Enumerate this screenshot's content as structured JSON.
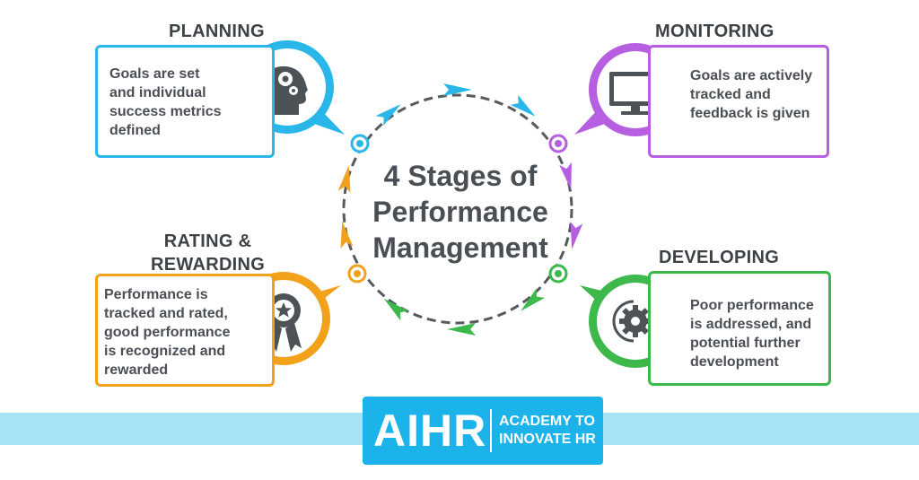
{
  "center": {
    "line1": "4 Stages of",
    "line2": "Performance",
    "line3": "Management"
  },
  "stages": [
    {
      "title": "PLANNING",
      "lines": [
        "Goals are set",
        "and individual",
        "success metrics",
        "defined"
      ],
      "color": "#29b6e8",
      "icon": "head-gears-icon"
    },
    {
      "title": "MONITORING",
      "lines": [
        "Goals are actively",
        "tracked and",
        "feedback is given"
      ],
      "color": "#b65fe0",
      "icon": "monitor-icon"
    },
    {
      "title": "DEVELOPING",
      "lines": [
        "Poor performance",
        "is addressed, and",
        "potential further",
        "development"
      ],
      "color": "#3db84a",
      "icon": "gear-arrow-icon"
    },
    {
      "title_lines": [
        "RATING &",
        "REWARDING"
      ],
      "lines": [
        "Performance is",
        "tracked and rated,",
        "good performance",
        "is recognized and",
        "rewarded"
      ],
      "color": "#f2a11a",
      "icon": "award-ribbon-icon"
    }
  ],
  "logo": {
    "main": "AIHR",
    "sub1": "ACADEMY TO",
    "sub2": "INNOVATE HR",
    "color": "#1cb2ea"
  },
  "band_color": "#a6e3f6",
  "cycle_line_color": "#555a5e"
}
